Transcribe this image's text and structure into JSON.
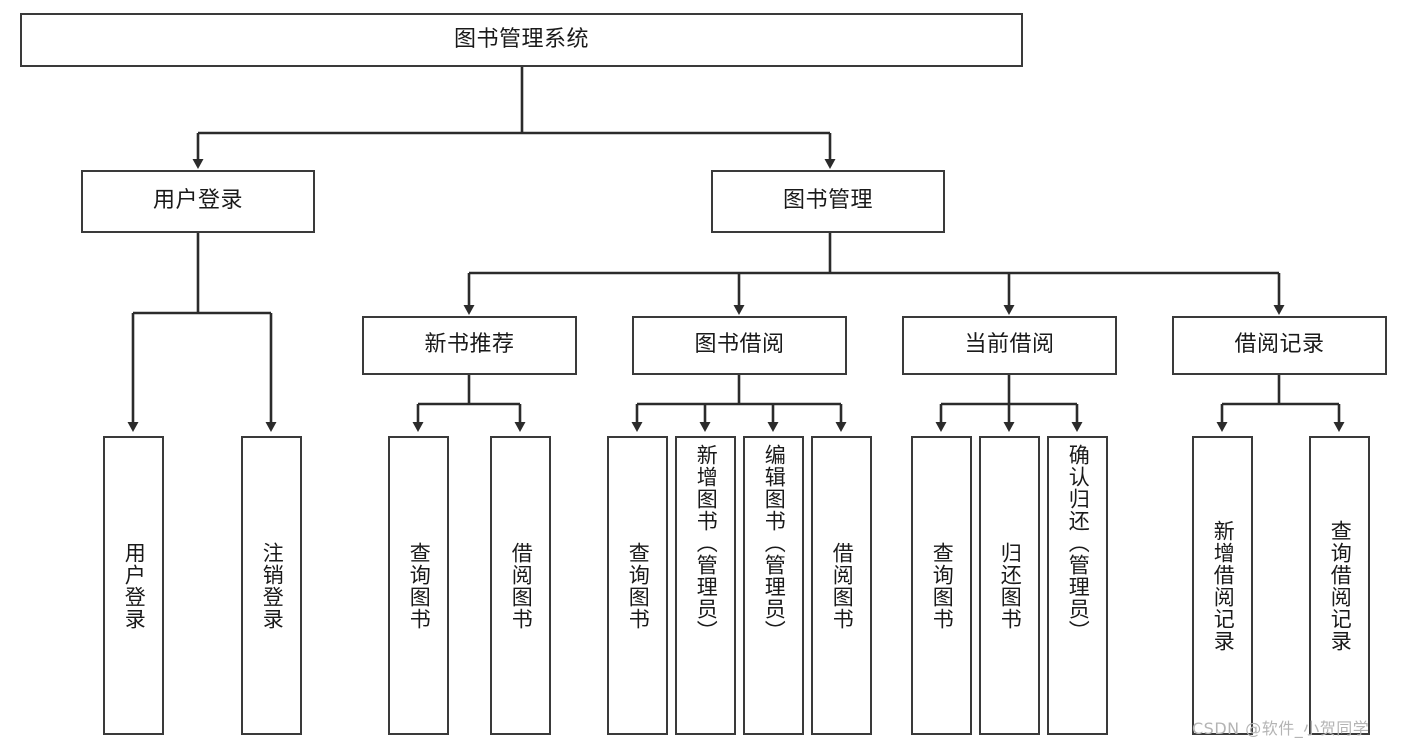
{
  "diagram": {
    "title": "图书管理系统",
    "type": "tree-hierarchy-diagram",
    "watermark": "CSDN @软件_小贺同学",
    "colors": {
      "box_border": "#3a3a3a",
      "box_fill": "#ffffff",
      "edge": "#2b2b2b",
      "text": "#1a1a1a",
      "watermark": "#b4b4b4",
      "background": "#ffffff"
    },
    "levels": {
      "root": {
        "label": "图书管理系统"
      },
      "level2": [
        {
          "id": "user-login",
          "label": "用户登录"
        },
        {
          "id": "book-management",
          "label": "图书管理"
        }
      ],
      "level3": [
        {
          "id": "new-book-recommend",
          "label": "新书推荐",
          "parent": "book-management"
        },
        {
          "id": "book-borrow",
          "label": "图书借阅",
          "parent": "book-management"
        },
        {
          "id": "current-borrow",
          "label": "当前借阅",
          "parent": "book-management"
        },
        {
          "id": "borrow-record",
          "label": "借阅记录",
          "parent": "book-management"
        }
      ],
      "leaves": {
        "user_login": [
          {
            "id": "leaf-user-login",
            "label": "用户登录"
          },
          {
            "id": "leaf-logout-login",
            "label": "注销登录"
          }
        ],
        "new_book_recommend": [
          {
            "id": "leaf-query-book-1",
            "label": "查询图书"
          },
          {
            "id": "leaf-borrow-book-1",
            "label": "借阅图书"
          }
        ],
        "book_borrow": [
          {
            "id": "leaf-query-book-2",
            "label": "查询图书"
          },
          {
            "id": "leaf-add-book",
            "label": "新增图书（管理员）"
          },
          {
            "id": "leaf-edit-book",
            "label": "编辑图书（管理员）"
          },
          {
            "id": "leaf-borrow-book-2",
            "label": "借阅图书"
          }
        ],
        "current_borrow": [
          {
            "id": "leaf-query-book-3",
            "label": "查询图书"
          },
          {
            "id": "leaf-return-book",
            "label": "归还图书"
          },
          {
            "id": "leaf-confirm-return",
            "label": "确认归还（管理员）"
          }
        ],
        "borrow_record": [
          {
            "id": "leaf-add-record",
            "label": "新增借阅记录"
          },
          {
            "id": "leaf-query-record",
            "label": "查询借阅记录"
          }
        ]
      }
    }
  }
}
